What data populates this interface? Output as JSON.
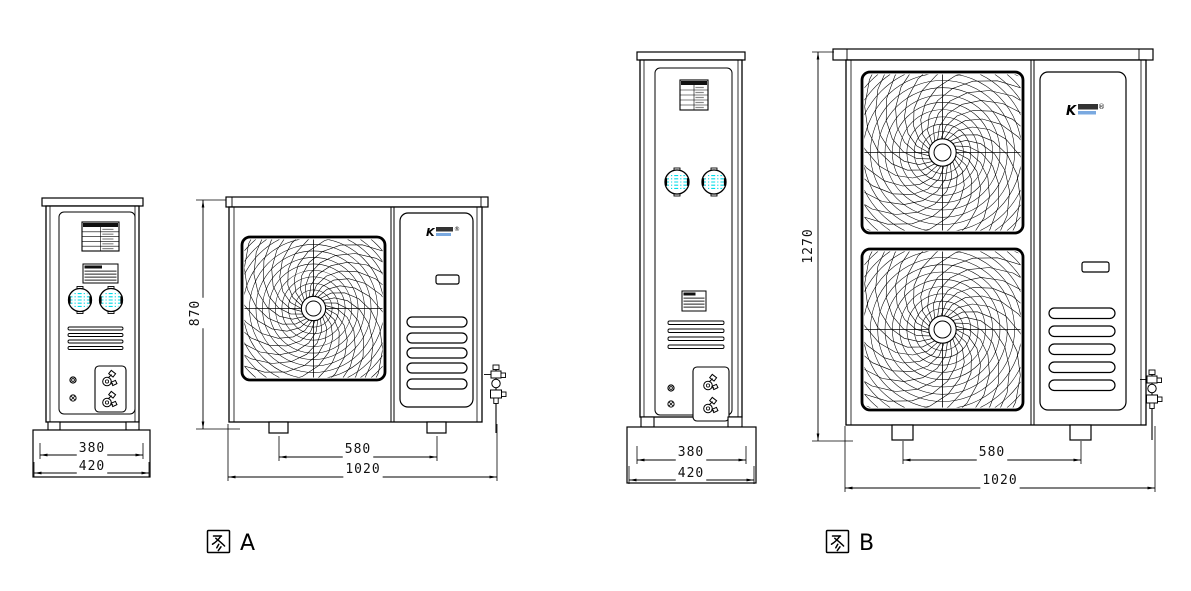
{
  "figures": [
    {
      "caption": "图 A",
      "caption_letter": "A",
      "side_view": {
        "dim_width_inner": "380",
        "dim_width_outer": "420"
      },
      "front_view": {
        "dim_height": "870",
        "dim_feet_span": "580",
        "dim_overall_width": "1020",
        "fan_count": 1
      }
    },
    {
      "caption": "图 B",
      "caption_letter": "B",
      "side_view": {
        "dim_width_inner": "380",
        "dim_width_outer": "420"
      },
      "front_view": {
        "dim_height": "1270",
        "dim_feet_span": "580",
        "dim_overall_width": "1020",
        "fan_count": 2
      }
    }
  ],
  "logo": {
    "mark": "K",
    "registered": "®"
  },
  "colors": {
    "line": "#000000",
    "port_hatch": "#00dce8",
    "logo_text": "#333333",
    "logo_subtext": "#7aa9e0"
  }
}
